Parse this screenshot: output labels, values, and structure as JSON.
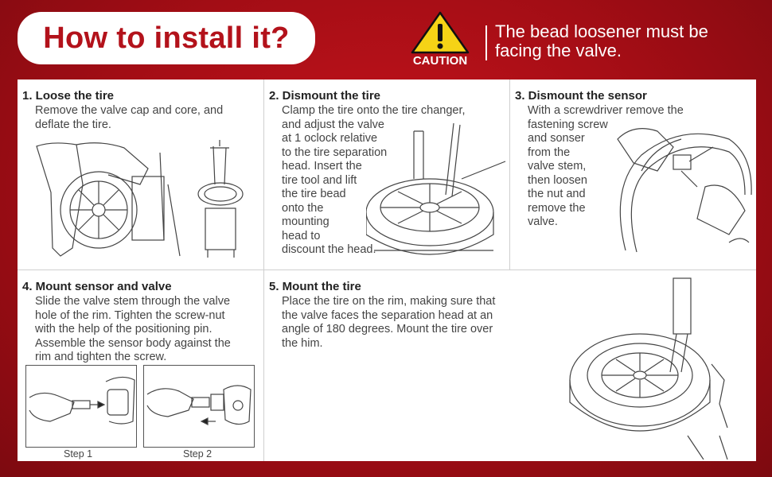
{
  "header": {
    "title": "How to install it?",
    "caution_label": "CAUTION",
    "caution_line1": "The bead loosener must be",
    "caution_line2": "facing the valve."
  },
  "steps": [
    {
      "title": "1. Loose the tire",
      "lines": [
        "Remove the valve cap and core, and",
        "deflate the tire."
      ]
    },
    {
      "title": "2. Dismount the tire",
      "lines": [
        "Clamp the tire onto the tire changer,",
        "and adjust the valve",
        "at 1 oclock relative",
        "to the tire separation",
        "head. Insert the",
        "tire tool and lift",
        "the tire bead",
        "onto the",
        "mounting",
        "head to",
        "discount the head."
      ]
    },
    {
      "title": "3. Dismount the sensor",
      "lines": [
        "With a screwdriver remove the",
        "fastening screw",
        "and sonser",
        "from the",
        "valve stem,",
        "then loosen",
        "the nut and",
        "remove the",
        "valve."
      ]
    },
    {
      "title": "4. Mount sensor and valve",
      "lines": [
        "Slide the valve stem through the valve",
        "hole of the rim. Tighten the screw-nut",
        "with the help of the positioning pin.",
        "Assemble the sensor body against the",
        "rim and tighten the screw."
      ],
      "substep1": "Step 1",
      "substep2": "Step 2"
    },
    {
      "title": "5. Mount the tire",
      "lines": [
        "Place the tire on the rim, making sure that",
        "the valve faces the separation head at an",
        "angle of 180 degrees. Mount the tire over",
        "the him."
      ]
    }
  ],
  "colors": {
    "brand_red": "#b3121b",
    "caution_yellow": "#f5d316"
  }
}
